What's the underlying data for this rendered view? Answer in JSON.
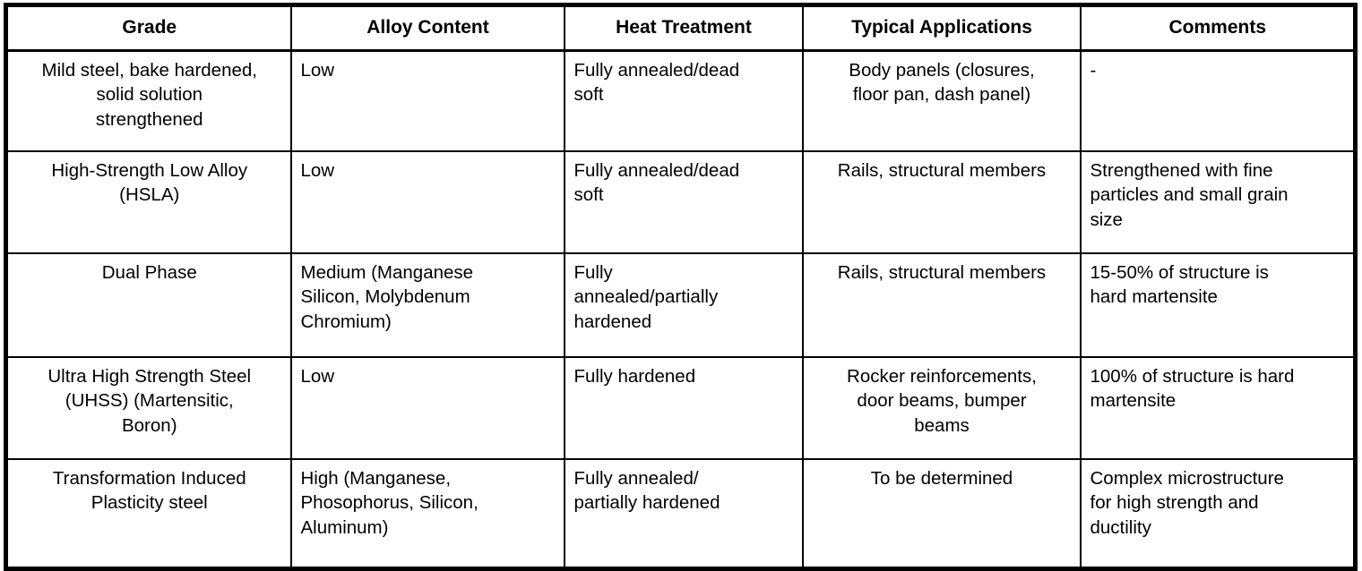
{
  "table": {
    "name": "steel-grade-comparison-table",
    "columns": [
      {
        "key": "grade",
        "label": "Grade",
        "align": "center"
      },
      {
        "key": "alloy",
        "label": "Alloy Content",
        "align": "left"
      },
      {
        "key": "heat",
        "label": "Heat Treatment",
        "align": "left"
      },
      {
        "key": "apps",
        "label": "Typical Applications",
        "align": "center"
      },
      {
        "key": "comments",
        "label": "Comments",
        "align": "left"
      }
    ],
    "rows": [
      {
        "grade": "Mild steel, bake hardened,\nsolid solution\nstrengthened",
        "alloy": "Low",
        "heat": "Fully annealed/dead\nsoft",
        "apps": "Body panels (closures,\nfloor pan, dash panel)",
        "comments": "-"
      },
      {
        "grade": "High-Strength Low Alloy\n(HSLA)",
        "alloy": "Low",
        "heat": "Fully annealed/dead\nsoft",
        "apps": "Rails, structural members",
        "comments": "Strengthened with fine\nparticles and small grain\nsize"
      },
      {
        "grade": "Dual Phase",
        "alloy": "Medium (Manganese\nSilicon, Molybdenum\nChromium)",
        "heat": "Fully\nannealed/partially\nhardened",
        "apps": "Rails, structural members",
        "comments": "15-50% of structure is\nhard martensite"
      },
      {
        "grade": "Ultra High Strength Steel\n(UHSS) (Martensitic,\nBoron)",
        "alloy": "Low",
        "heat": "Fully hardened",
        "apps": "Rocker reinforcements,\ndoor beams, bumper\nbeams",
        "comments": "100% of structure is hard\nmartensite"
      },
      {
        "grade": "Transformation Induced\nPlasticity steel",
        "alloy": "High (Manganese,\nPhosophorus, Silicon,\nAluminum)",
        "heat": "Fully annealed/\npartially hardened",
        "apps": "To be determined",
        "comments": "Complex microstructure\nfor high strength and\nductility"
      }
    ]
  },
  "colors": {
    "border": "#000000",
    "text": "#000000",
    "background": "#ffffff"
  }
}
